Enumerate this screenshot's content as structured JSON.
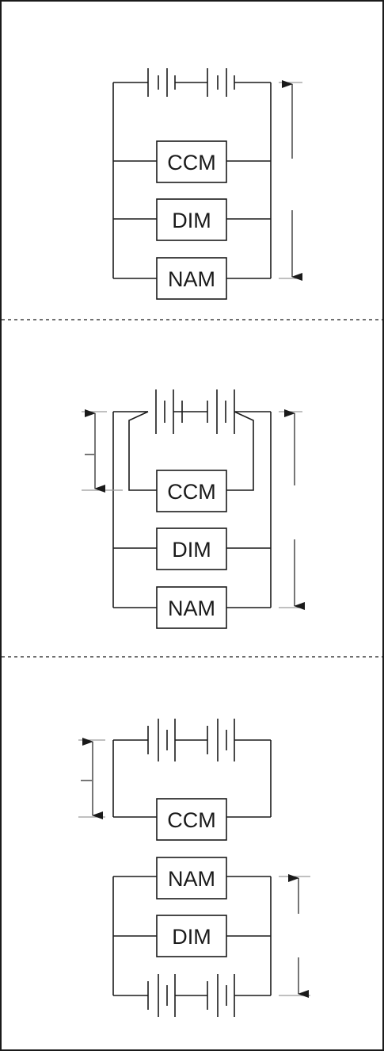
{
  "panels": [
    {
      "labels": {
        "ccm": "CCM",
        "dim": "DIM",
        "nam": "NAM"
      }
    },
    {
      "labels": {
        "ccm": "CCM",
        "dim": "DIM",
        "nam": "NAM"
      }
    },
    {
      "labels": {
        "ccm": "CCM",
        "dim": "DIM",
        "nam": "NAM"
      }
    }
  ]
}
